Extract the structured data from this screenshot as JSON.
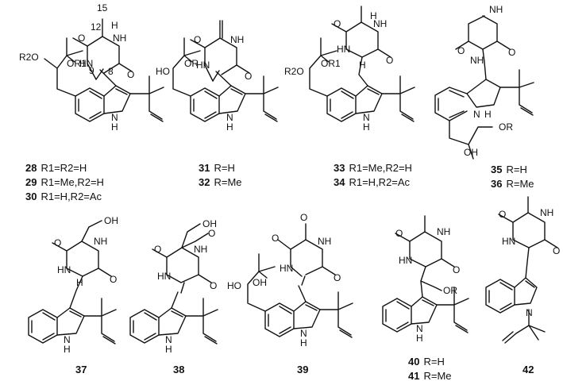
{
  "structures": [
    {
      "id": "s28",
      "lines": [
        {
          "num": "28",
          "text": "R1=R2=H"
        },
        {
          "num": "29",
          "text": "R1=Me,R2=H"
        },
        {
          "num": "30",
          "text": "R1=H,R2=Ac"
        }
      ]
    },
    {
      "id": "s31",
      "lines": [
        {
          "num": "31",
          "text": "R=H"
        },
        {
          "num": "32",
          "text": "R=Me"
        }
      ]
    },
    {
      "id": "s33",
      "lines": [
        {
          "num": "33",
          "text": "R1=Me,R2=H"
        },
        {
          "num": "34",
          "text": "R1=H,R2=Ac"
        }
      ]
    },
    {
      "id": "s35",
      "lines": [
        {
          "num": "35",
          "text": "R=H"
        },
        {
          "num": "36",
          "text": "R=Me"
        }
      ]
    },
    {
      "id": "s37",
      "lines": [
        {
          "num": "37",
          "text": ""
        }
      ]
    },
    {
      "id": "s38",
      "lines": [
        {
          "num": "38",
          "text": ""
        }
      ]
    },
    {
      "id": "s39",
      "lines": [
        {
          "num": "39",
          "text": ""
        }
      ]
    },
    {
      "id": "s40",
      "lines": [
        {
          "num": "40",
          "text": "R=H"
        },
        {
          "num": "41",
          "text": "R=Me"
        }
      ]
    },
    {
      "id": "s42",
      "lines": [
        {
          "num": "42",
          "text": ""
        }
      ]
    }
  ],
  "atom_labels": {
    "c15": "15",
    "c12": "12",
    "c9": "9",
    "c8": "8",
    "O": "O",
    "NH": "NH",
    "HN": "HN",
    "N": "N",
    "H": "H",
    "OH": "OH",
    "HO": "HO",
    "OR": "OR",
    "OR1": "OR1",
    "R2O": "R2O",
    "OMe": "O"
  }
}
